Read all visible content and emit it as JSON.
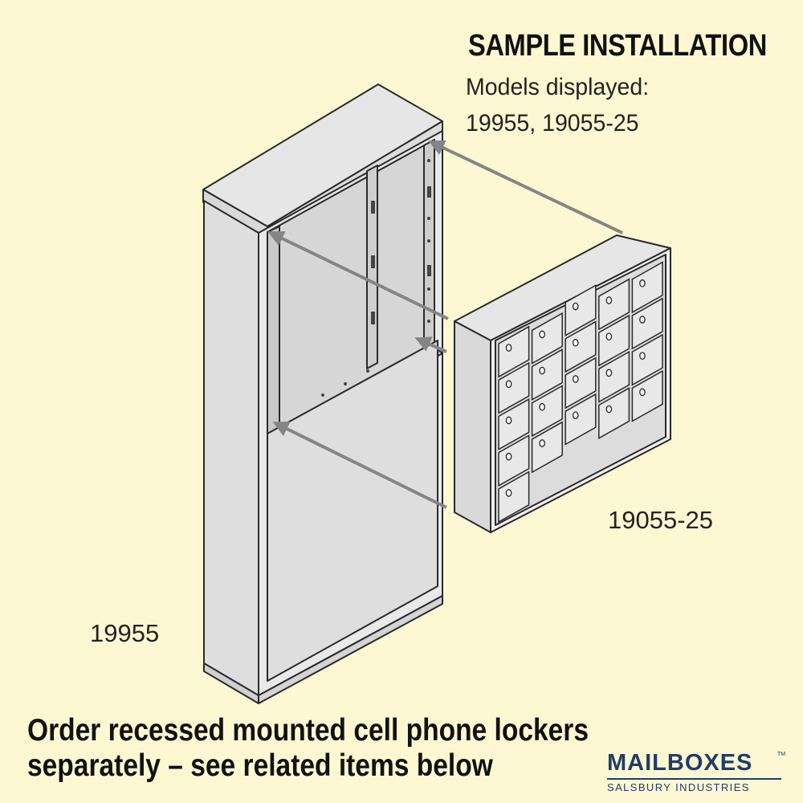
{
  "heading": "SAMPLE INSTALLATION",
  "models_label": "Models displayed:",
  "models_list": "19955, 19055-25",
  "units": {
    "cabinet_label": "19955",
    "locker_label": "19055-25"
  },
  "locker_grid": {
    "columns": 5,
    "rows": 5,
    "doors_per_column": [
      5,
      4,
      4,
      4,
      4
    ]
  },
  "footer": {
    "line1": "Order recessed mounted cell phone lockers",
    "line2": "separately – see related items below"
  },
  "logo": {
    "main": "MAILBOXES",
    "tm": "TM",
    "sub": "SALSBURY INDUSTRIES"
  },
  "colors": {
    "background": "#fdf8d2",
    "arrow": "#858585",
    "brand": "#1f3d6a"
  }
}
